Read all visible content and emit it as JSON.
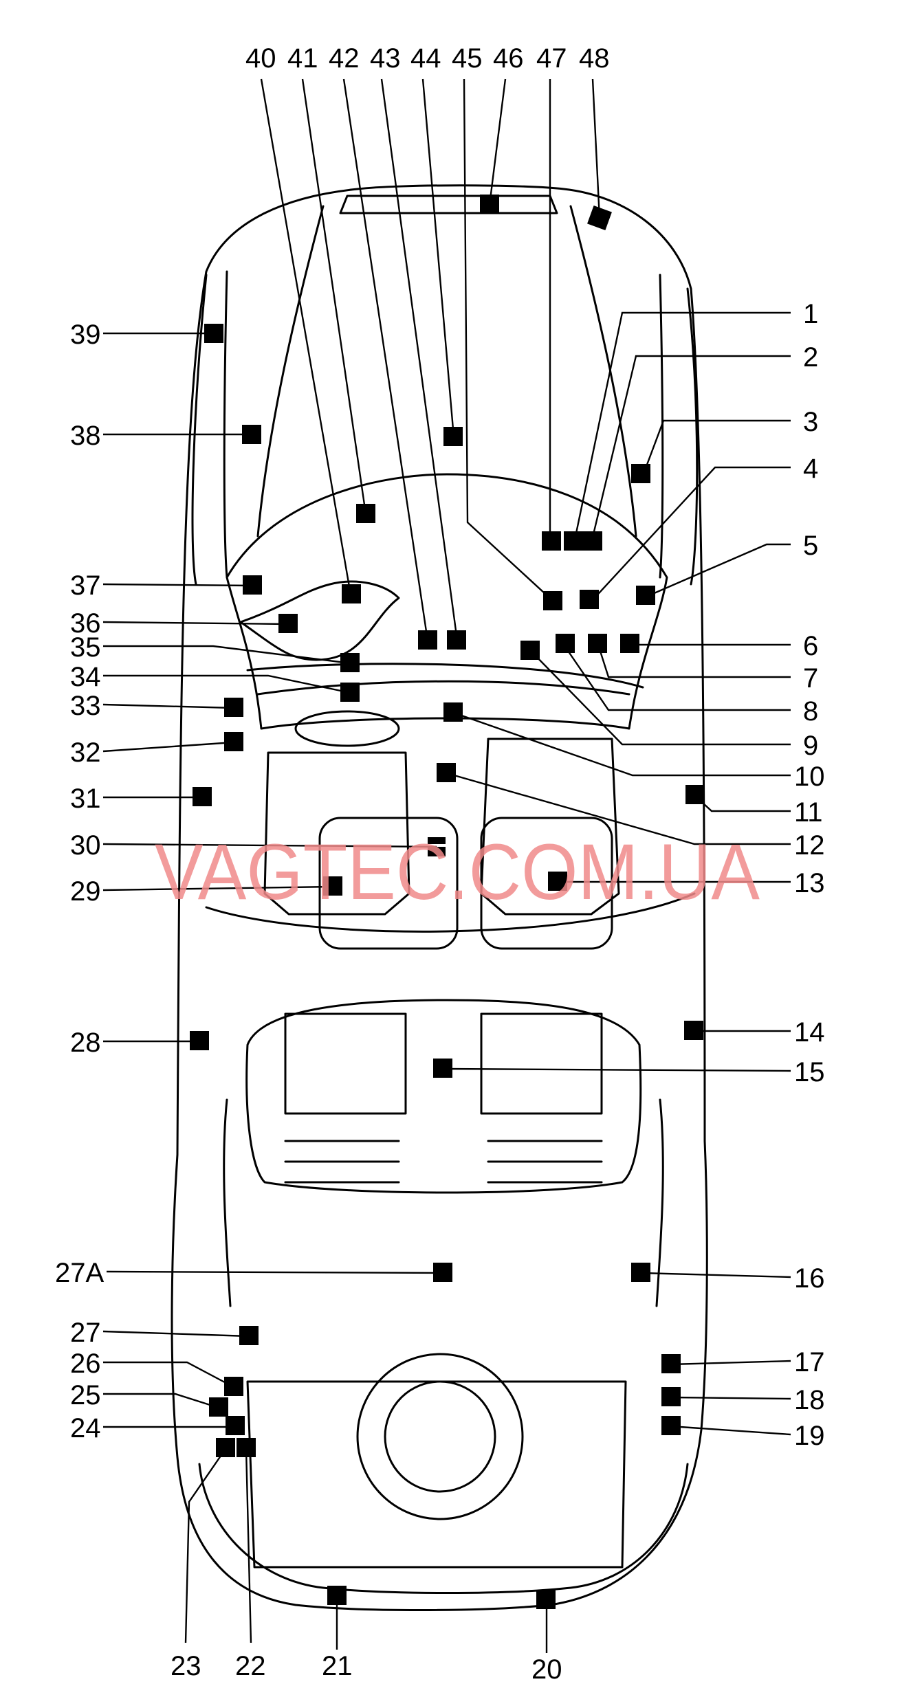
{
  "watermark": "VAGTEC.COM.UA",
  "colors": {
    "line": "#000000",
    "watermark": "#f08a8a",
    "background": "#ffffff"
  },
  "callouts": [
    {
      "id": "c1",
      "label": "1"
    },
    {
      "id": "c2",
      "label": "2"
    },
    {
      "id": "c3",
      "label": "3"
    },
    {
      "id": "c4",
      "label": "4"
    },
    {
      "id": "c5",
      "label": "5"
    },
    {
      "id": "c6",
      "label": "6"
    },
    {
      "id": "c7",
      "label": "7"
    },
    {
      "id": "c8",
      "label": "8"
    },
    {
      "id": "c9",
      "label": "9"
    },
    {
      "id": "c10",
      "label": "10"
    },
    {
      "id": "c11",
      "label": "11"
    },
    {
      "id": "c12",
      "label": "12"
    },
    {
      "id": "c13",
      "label": "13"
    },
    {
      "id": "c14",
      "label": "14"
    },
    {
      "id": "c15",
      "label": "15"
    },
    {
      "id": "c16",
      "label": "16"
    },
    {
      "id": "c17",
      "label": "17"
    },
    {
      "id": "c18",
      "label": "18"
    },
    {
      "id": "c19",
      "label": "19"
    },
    {
      "id": "c20",
      "label": "20"
    },
    {
      "id": "c21",
      "label": "21"
    },
    {
      "id": "c22",
      "label": "22"
    },
    {
      "id": "c23",
      "label": "23"
    },
    {
      "id": "c24",
      "label": "24"
    },
    {
      "id": "c25",
      "label": "25"
    },
    {
      "id": "c26",
      "label": "26"
    },
    {
      "id": "c27",
      "label": "27"
    },
    {
      "id": "c27a",
      "label": "27A"
    },
    {
      "id": "c28",
      "label": "28"
    },
    {
      "id": "c29",
      "label": "29"
    },
    {
      "id": "c30",
      "label": "30"
    },
    {
      "id": "c31",
      "label": "31"
    },
    {
      "id": "c32",
      "label": "32"
    },
    {
      "id": "c33",
      "label": "33"
    },
    {
      "id": "c34",
      "label": "34"
    },
    {
      "id": "c35",
      "label": "35"
    },
    {
      "id": "c36",
      "label": "36"
    },
    {
      "id": "c37",
      "label": "37"
    },
    {
      "id": "c38",
      "label": "38"
    },
    {
      "id": "c39",
      "label": "39"
    },
    {
      "id": "c40",
      "label": "40"
    },
    {
      "id": "c41",
      "label": "41"
    },
    {
      "id": "c42",
      "label": "42"
    },
    {
      "id": "c43",
      "label": "43"
    },
    {
      "id": "c44",
      "label": "44"
    },
    {
      "id": "c45",
      "label": "45"
    },
    {
      "id": "c46",
      "label": "46"
    },
    {
      "id": "c47",
      "label": "47"
    },
    {
      "id": "c48",
      "label": "48"
    }
  ]
}
